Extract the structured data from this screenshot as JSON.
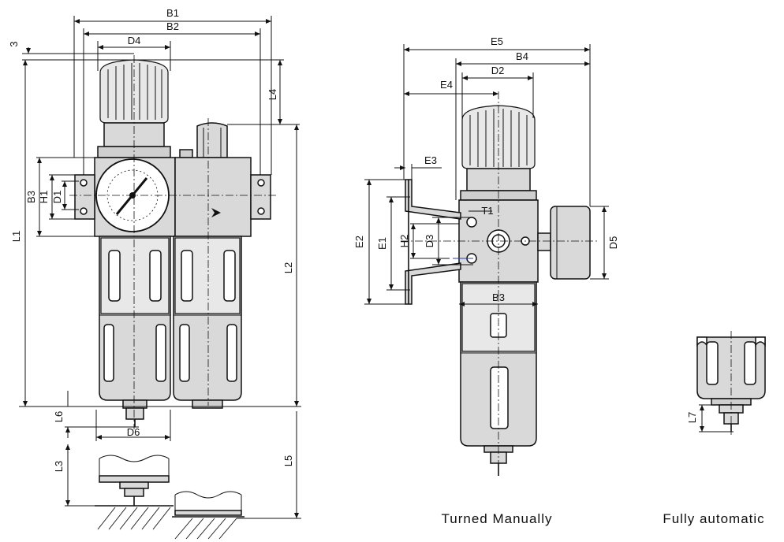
{
  "dimensions": {
    "front": [
      "B1",
      "B2",
      "D4",
      "3",
      "L4",
      "B3",
      "H1",
      "D1",
      "L1",
      "L2",
      "L6",
      "D6",
      "L3",
      "L5"
    ],
    "side": [
      "E5",
      "B4",
      "D2",
      "E4",
      "E3",
      "T1",
      "E2",
      "E1",
      "H2",
      "D3",
      "B3",
      "D5"
    ],
    "detail": [
      "L7"
    ]
  },
  "captions": {
    "manual": "Turned Manually",
    "automatic": "Fully automatic"
  }
}
